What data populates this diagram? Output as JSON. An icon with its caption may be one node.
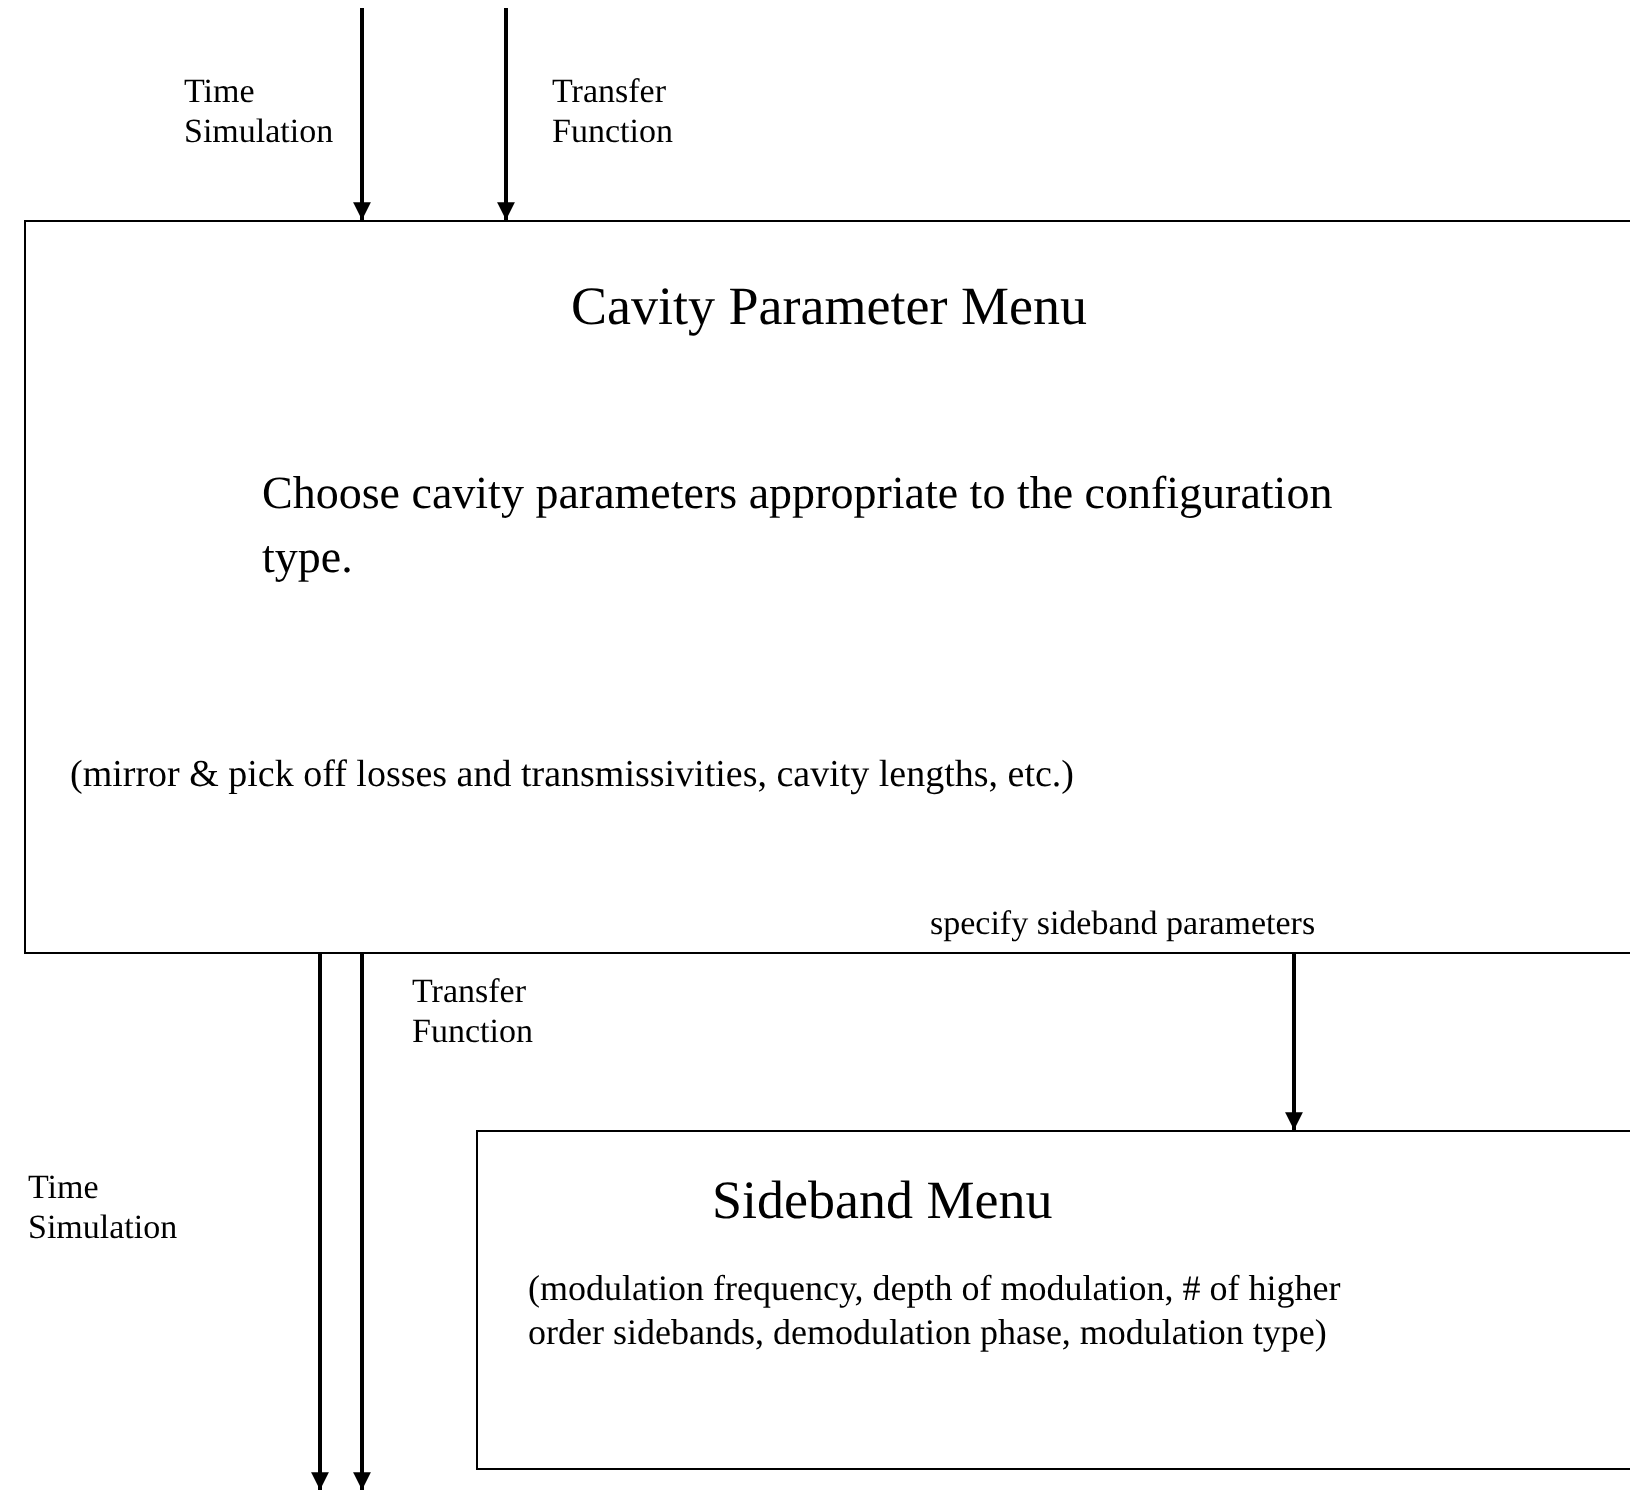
{
  "diagram": {
    "nodes": [
      {
        "text": [
          "Cavity Parameter Menu",
          "Choose cavity parameters appropriate to the configuration type.",
          "(mirror & pick off losses and transmissivities, cavity lengths, etc.)"
        ]
      },
      {
        "text": [
          "Sideband Menu",
          "(modulation frequency, depth of modulation, # of higher order sidebands, demodulation phase, modulation type)"
        ]
      }
    ],
    "edges": [
      {
        "from": null,
        "to": 0,
        "arrow": "to",
        "label": "Time Simulation"
      },
      {
        "from": null,
        "to": 0,
        "arrow": "to",
        "label": "Transfer Function"
      },
      {
        "from": 0,
        "to": null,
        "arrow": "to",
        "label": "Time Simulation"
      },
      {
        "from": 0,
        "to": null,
        "arrow": "to",
        "label": "Transfer Function"
      },
      {
        "from": 0,
        "to": 1,
        "arrow": "to",
        "label": "specify sideband parameters"
      }
    ]
  }
}
